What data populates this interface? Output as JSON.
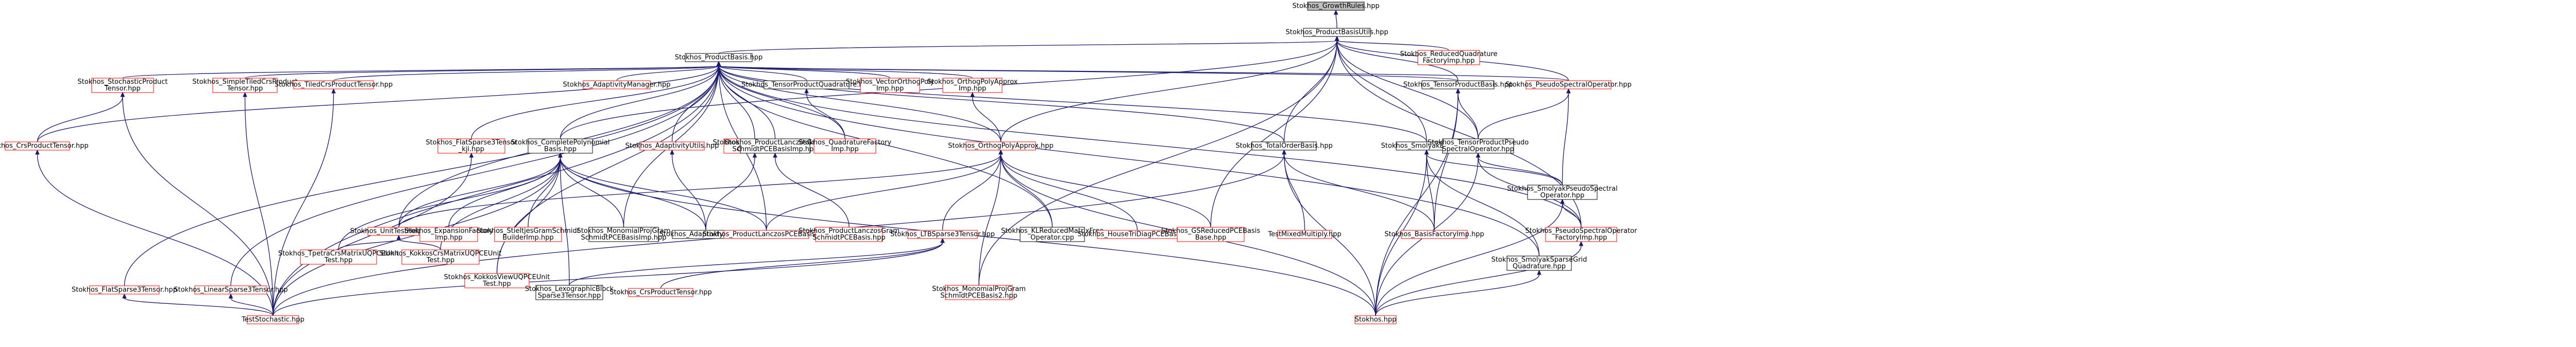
{
  "colors": {
    "edge": "#191970",
    "box_border_black": "#000000",
    "box_border_red": "#ff0000",
    "root_fill": "#bfbfbf"
  },
  "nodes": [
    {
      "id": "root",
      "lines": [
        "Stokhos_GrowthRules.hpp"
      ],
      "style": "root"
    },
    {
      "id": "pbu",
      "lines": [
        "Stokhos_ProductBasisUtils.hpp"
      ],
      "style": "normal"
    },
    {
      "id": "pb",
      "lines": [
        "Stokhos_ProductBasis.hpp"
      ],
      "style": "normal"
    },
    {
      "id": "rqfi",
      "lines": [
        "Stokhos_ReducedQuadrature",
        "FactoryImp.hpp"
      ],
      "style": "red"
    },
    {
      "id": "spt",
      "lines": [
        "Stokhos_StochasticProduct",
        "Tensor.hpp"
      ],
      "style": "red"
    },
    {
      "id": "cpt",
      "lines": [
        "Stokhos_CrsProductTensor.hpp"
      ],
      "style": "red"
    },
    {
      "id": "fst",
      "lines": [
        "Stokhos_FlatSparse3Tensor.hpp"
      ],
      "style": "red"
    },
    {
      "id": "lst",
      "lines": [
        "Stokhos_LinearSparse3Tensor.hpp"
      ],
      "style": "red"
    },
    {
      "id": "sttcp",
      "lines": [
        "Stokhos_SimpleTiledCrsProduct",
        "Tensor.hpp"
      ],
      "style": "red"
    },
    {
      "id": "ttcp",
      "lines": [
        "Stokhos_TiledCrsProductTensor.hpp"
      ],
      "style": "red"
    },
    {
      "id": "fstkji",
      "lines": [
        "Stokhos_FlatSparse3Tensor",
        "_kji.hpp"
      ],
      "style": "red"
    },
    {
      "id": "ts",
      "lines": [
        "TestStochastic.hpp"
      ],
      "style": "red"
    },
    {
      "id": "uth",
      "lines": [
        "Stokhos_UnitTestHelpers.hpp"
      ],
      "style": "red"
    },
    {
      "id": "tcm",
      "lines": [
        "Stokhos_TpetraCrsMatrixUQPCEUnit",
        "Test.hpp"
      ],
      "style": "red"
    },
    {
      "id": "kcm",
      "lines": [
        "Stokhos_KokkosCrsMatrixUQPCEUnit",
        "Test.hpp"
      ],
      "style": "red"
    },
    {
      "id": "kv",
      "lines": [
        "Stokhos_KokkosViewUQPCEUnit",
        "Test.hpp"
      ],
      "style": "red"
    },
    {
      "id": "am",
      "lines": [
        "Stokhos_AdaptivityManager.hpp"
      ],
      "style": "red"
    },
    {
      "id": "cpb",
      "lines": [
        "Stokhos_CompletePolynomial",
        "Basis.hpp"
      ],
      "style": "normal"
    },
    {
      "id": "ef",
      "lines": [
        "Stokhos_ExpansionFactory",
        "Imp.hpp"
      ],
      "style": "red"
    },
    {
      "id": "sgs",
      "lines": [
        "Stokhos_StieltjesGramSchmidt",
        "BuilderImp.hpp"
      ],
      "style": "red"
    },
    {
      "id": "mpg",
      "lines": [
        "Stokhos_MonomialProjGram",
        "SchmidtPCEBasisImp.hpp"
      ],
      "style": "normal"
    },
    {
      "id": "au",
      "lines": [
        "Stokhos_AdaptivityUtils.hpp"
      ],
      "style": "red"
    },
    {
      "id": "bi",
      "lines": [
        "Stokhos_BasisInteraction",
        "Graph.hpp"
      ],
      "style": "red"
    },
    {
      "id": "aucpp",
      "lines": [
        "Stokhos_AdaptivityUtils.cpp"
      ],
      "style": "normal"
    },
    {
      "id": "tpq",
      "lines": [
        "Stokhos_TensorProductQuadrature.hpp"
      ],
      "style": "normal"
    },
    {
      "id": "plgs",
      "lines": [
        "Stokhos_ProductLanczosGram",
        "SchmidtPCEBasisImp.hpp"
      ],
      "style": "normal"
    },
    {
      "id": "qf",
      "lines": [
        "Stokhos_QuadratureFactory",
        "Imp.hpp"
      ],
      "style": "red"
    },
    {
      "id": "vop",
      "lines": [
        "Stokhos_VectorOrthogPoly",
        "Imp.hpp"
      ],
      "style": "red"
    },
    {
      "id": "plpce",
      "lines": [
        "Stokhos_ProductLanczosPCEBasis.hpp"
      ],
      "style": "red"
    },
    {
      "id": "plgsh",
      "lines": [
        "Stokhos_ProductLanczosGram",
        "SchmidtPCEBasis.hpp"
      ],
      "style": "red"
    },
    {
      "id": "opa",
      "lines": [
        "Stokhos_OrthogPolyApprox",
        "Imp.hpp"
      ],
      "style": "red"
    },
    {
      "id": "opah",
      "lines": [
        "Stokhos_OrthogPolyApprox.hpp"
      ],
      "style": "red"
    },
    {
      "id": "l3b",
      "lines": [
        "Stokhos_LTBSparse3Tensor.hpp"
      ],
      "style": "red"
    },
    {
      "id": "klr",
      "lines": [
        "Stokhos_KLReducedMatrixFree",
        "Operator.cpp"
      ],
      "style": "normal"
    },
    {
      "id": "hcd",
      "lines": [
        "Stokhos_HouseTriDiagPCEBasis.hpp"
      ],
      "style": "red"
    },
    {
      "id": "gsr",
      "lines": [
        "Stokhos_GSReducedPCEBasis",
        "Base.hpp"
      ],
      "style": "red"
    },
    {
      "id": "lbs",
      "lines": [
        "Stokhos_LexographicBlock",
        "Sparse3Tensor.hpp"
      ],
      "style": "normal"
    },
    {
      "id": "cpth",
      "lines": [
        "Stokhos_CrsProductTensor.hpp"
      ],
      "style": "red"
    },
    {
      "id": "mpgh",
      "lines": [
        "Stokhos_MonomialProjGram",
        "SchmidtPCEBasis2.hpp"
      ],
      "style": "red"
    },
    {
      "id": "tob",
      "lines": [
        "Stokhos_TotalOrderBasis.hpp"
      ],
      "style": "normal"
    },
    {
      "id": "tmm",
      "lines": [
        "TestMixedMultiply.hpp"
      ],
      "style": "red"
    },
    {
      "id": "tpb",
      "lines": [
        "Stokhos_TensorProductBasis.hpp"
      ],
      "style": "normal"
    },
    {
      "id": "sb",
      "lines": [
        "Stokhos_SmolyakBasis.hpp"
      ],
      "style": "normal"
    },
    {
      "id": "bfi",
      "lines": [
        "Stokhos_BasisFactoryImp.hpp"
      ],
      "style": "red"
    },
    {
      "id": "tpps",
      "lines": [
        "Stokhos_TensorProductPseudo",
        "SpectralOperator.hpp"
      ],
      "style": "normal"
    },
    {
      "id": "pso",
      "lines": [
        "Stokhos_PseudoSpectralOperator.hpp"
      ],
      "style": "red"
    },
    {
      "id": "spso",
      "lines": [
        "Stokhos_SmolyakPseudoSpectral",
        "Operator.hpp"
      ],
      "style": "normal"
    },
    {
      "id": "psofi",
      "lines": [
        "Stokhos_PseudoSpectralOperator",
        "FactoryImp.hpp"
      ],
      "style": "red"
    },
    {
      "id": "ssgq",
      "lines": [
        "Stokhos_SmolyakSparseGrid",
        "Quadrature.hpp"
      ],
      "style": "normal"
    },
    {
      "id": "sh",
      "lines": [
        "Stokhos.hpp"
      ],
      "style": "red"
    }
  ]
}
